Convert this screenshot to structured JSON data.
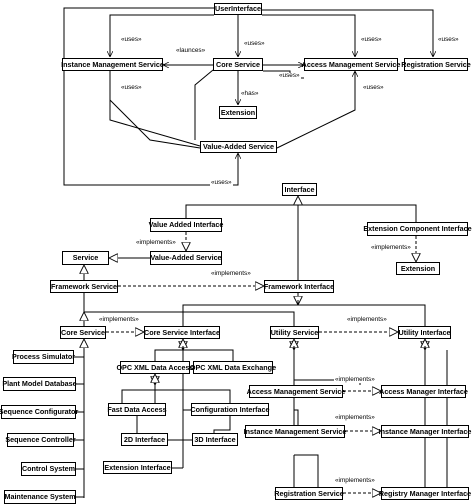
{
  "nodes": {
    "user_interface": "UserInterface",
    "instance_management_service_top": "Instance Management Service",
    "core_service_top": "Core Service",
    "access_management_service_top": "Access Management Service",
    "registration_service_top": "Registration Service",
    "extension_top": "Extension",
    "value_added_service": "Value-Added Service",
    "interface": "Interface",
    "value_added_interface": "Value Added Interface",
    "extension_component_interface": "Extension Component Interface",
    "service": "Service",
    "value_added_service_b": "Value-Added Service",
    "extension_b": "Extension",
    "framework_service": "Framework Service",
    "framework_interface": "Framework Interface",
    "core_service_b": "Core Service",
    "core_service_interface": "Core Service Interface",
    "utility_service": "Utility Service",
    "utility_interface": "Utility Interface",
    "process_simulator": "Process Simulator",
    "plant_model_database": "Plant Model Database",
    "sequence_configurator": "Sequence Configurator",
    "sequence_controller": "Sequence Controller",
    "control_system": "Control System",
    "maintenance_system": "Maintenance System",
    "opc_xml_data_access": "OPC XML Data Access",
    "opc_xml_data_exchange": "OPC XML Data Exchange",
    "fast_data_access": "Fast Data Access",
    "configuration_interface": "Configuration Interface",
    "interface_2d": "2D Interface",
    "interface_3d": "3D Interface",
    "extension_interface": "Extension Interface",
    "access_management_service_b": "Access Management Service",
    "access_manager_interface": "Access Manager Interface",
    "instance_management_service_b": "Instance Management Service",
    "instance_manager_interface": "Instance Manager Interface",
    "registration_service_b": "Registration Service",
    "registry_manager_interface": "Registry Manager Interface"
  },
  "labels": {
    "uses_1": "«uses»",
    "uses_2": "«uses»",
    "uses_3": "«uses»",
    "uses_4": "«uses»",
    "uses_5": "«uses»",
    "uses_6": "«uses»",
    "uses_7": "«uses»",
    "uses_8": "«uses»",
    "launces": "«launces»",
    "has": "«has»",
    "implements_1": "«implements»",
    "implements_2": "«implements»",
    "implements_3": "«implements»",
    "implements_4": "«implements»",
    "implements_5": "«implements»",
    "implements_6": "«implements»",
    "implements_7": "«implements»",
    "implements_8": "«implements»"
  }
}
